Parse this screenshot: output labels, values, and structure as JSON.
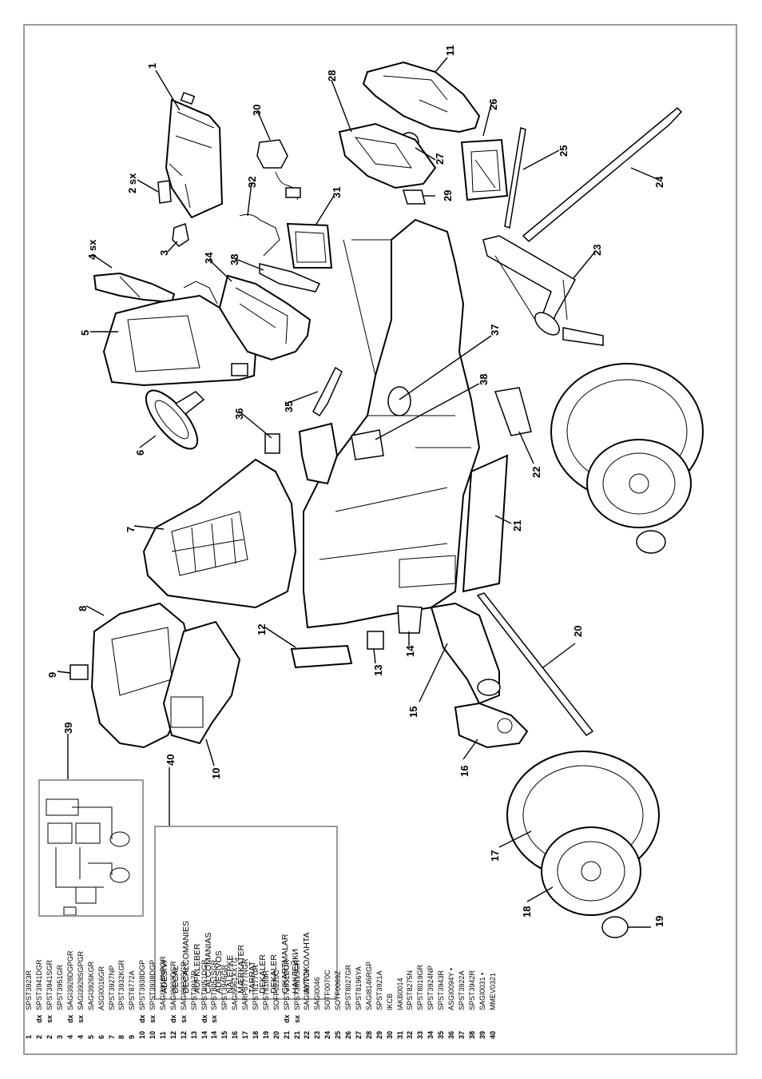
{
  "callouts": [
    "1",
    "2 sx",
    "3",
    "4 sx",
    "5",
    "6",
    "7",
    "8",
    "9",
    "10",
    "11",
    "12",
    "13",
    "14",
    "15",
    "16",
    "17",
    "18",
    "19",
    "20",
    "21",
    "22",
    "23",
    "24",
    "25",
    "26",
    "27",
    "28",
    "29",
    "30",
    "31",
    "32",
    "33",
    "34",
    "35",
    "36",
    "37",
    "38",
    "39",
    "40"
  ],
  "parts": [
    {
      "no": "1",
      "side": "",
      "code": "SPST3923R"
    },
    {
      "no": "2",
      "side": "dx",
      "code": "SPST3941DGR"
    },
    {
      "no": "2",
      "side": "sx",
      "code": "SPST3941SGR"
    },
    {
      "no": "3",
      "side": "",
      "code": "SPST3951GR"
    },
    {
      "no": "4",
      "side": "dx",
      "code": "SAGI3928DGPGR"
    },
    {
      "no": "4",
      "side": "sx",
      "code": "SAGI3928SGPGR"
    },
    {
      "no": "5",
      "side": "",
      "code": "SAGI3926KGR"
    },
    {
      "no": "6",
      "side": "",
      "code": "ASGI0016GR"
    },
    {
      "no": "7",
      "side": "",
      "code": "SPST3927NP"
    },
    {
      "no": "8",
      "side": "",
      "code": "SPST3932KGR"
    },
    {
      "no": "9",
      "side": "",
      "code": "SPST8772A"
    },
    {
      "no": "10",
      "side": "dx",
      "code": "SPST3938DGP"
    },
    {
      "no": "10",
      "side": "sx",
      "code": "SPST3938DGP"
    },
    {
      "no": "11",
      "side": "",
      "code": "SAGI3918NPGR"
    },
    {
      "no": "12",
      "side": "dx",
      "code": "SAGI3933DGR"
    },
    {
      "no": "12",
      "side": "sx",
      "code": "SAGI3933SGR"
    },
    {
      "no": "13",
      "side": "",
      "code": "SPST3917R"
    },
    {
      "no": "14",
      "side": "dx",
      "code": "SPST8051DGR"
    },
    {
      "no": "14",
      "side": "sx",
      "code": "SPST8051SGR"
    },
    {
      "no": "15",
      "side": "",
      "code": "SPST3946GR"
    },
    {
      "no": "16",
      "side": "",
      "code": "SAGI9961XXTG"
    },
    {
      "no": "17",
      "side": "",
      "code": "SARP8777NGR"
    },
    {
      "no": "18",
      "side": "",
      "code": "SPST8177GR"
    },
    {
      "no": "19",
      "side": "",
      "code": "SPST8189R"
    },
    {
      "no": "20",
      "side": "",
      "code": "SOFF0220C"
    },
    {
      "no": "21",
      "side": "dx",
      "code": "SPST3931DGR"
    },
    {
      "no": "21",
      "side": "sx",
      "code": "SPST3931SGR"
    },
    {
      "no": "22",
      "side": "",
      "code": "SAGI3977JY"
    },
    {
      "no": "23",
      "side": "",
      "code": "SAGI0046"
    },
    {
      "no": "24",
      "side": "",
      "code": "SOTF0070C"
    },
    {
      "no": "25",
      "side": "",
      "code": "SOTF0069Z"
    },
    {
      "no": "26",
      "side": "",
      "code": "SPST8027GR"
    },
    {
      "no": "27",
      "side": "",
      "code": "SPST8196YA"
    },
    {
      "no": "28",
      "side": "",
      "code": "SAGI8146RGP"
    },
    {
      "no": "29",
      "side": "",
      "code": "SPST3921A"
    },
    {
      "no": "30",
      "side": "",
      "code": "IKCB"
    },
    {
      "no": "31",
      "side": "",
      "code": "IAKB0014"
    },
    {
      "no": "32",
      "side": "",
      "code": "SPST8275N"
    },
    {
      "no": "33",
      "side": "",
      "code": "SPST8019GR"
    },
    {
      "no": "34",
      "side": "",
      "code": "SPST3924NP"
    },
    {
      "no": "35",
      "side": "",
      "code": "SPST3943R"
    },
    {
      "no": "36",
      "side": "",
      "code": "ASGI0094Y •"
    },
    {
      "no": "37",
      "side": "",
      "code": "SPST3922A"
    },
    {
      "no": "38",
      "side": "",
      "code": "SPST3942R"
    },
    {
      "no": "39",
      "side": "",
      "code": "SAGI0031 •"
    },
    {
      "no": "40",
      "side": "",
      "code": "MMEV0321"
    }
  ],
  "decals": [
    "ADESIVI",
    "DECAL",
    "DECALCOMANIES",
    "AUFKLEBER",
    "CALCOMANIAS",
    "ADESIVOS",
    "NALEPKE",
    "MÆRKATER",
    "TARRAT",
    "DEKALER",
    "DEKALER",
    "ÇIKARTMALAR",
    "НАКЛЕЙКИ",
    "ΑΥΤΟΚΟΛΛΗΤΑ"
  ]
}
